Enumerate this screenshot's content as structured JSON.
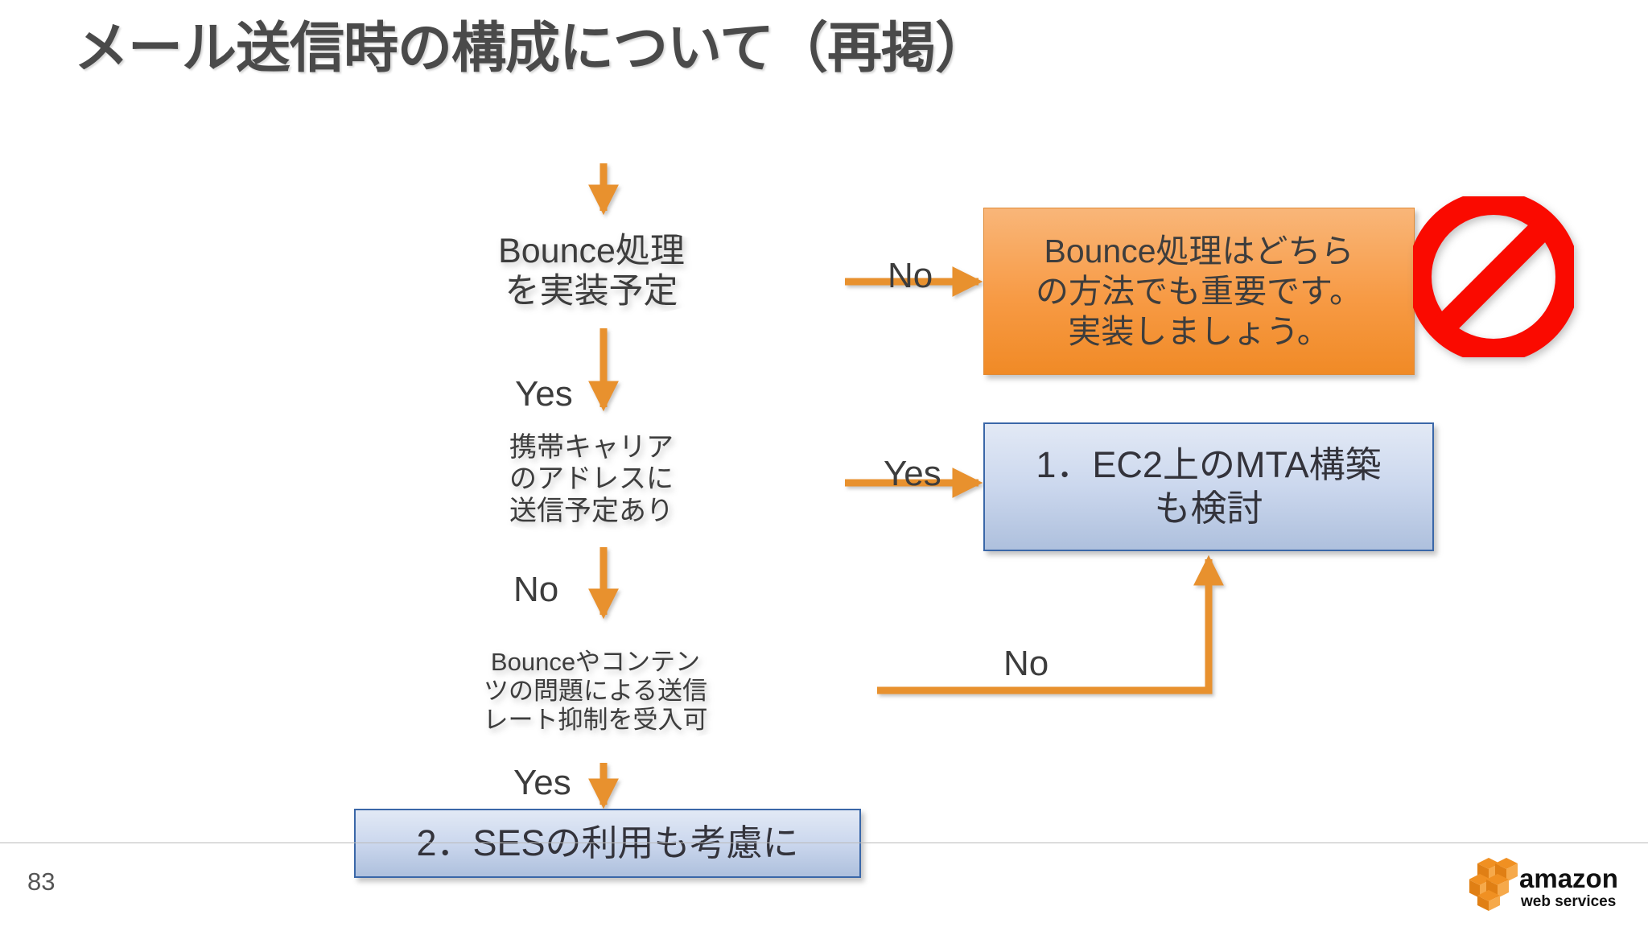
{
  "slide": {
    "title": "メール送信時の構成について（再掲）",
    "page_number": "83",
    "accent_orange": "#f0912f",
    "accent_blue": "#3a67a8",
    "accent_red": "#fa0a00",
    "title_color": "#4a4a4a"
  },
  "flowchart": {
    "decisions": [
      {
        "id": "bounce-handling",
        "text": "Bounce処理\nを実装予定",
        "shape": "diamond",
        "fill": "#f5973b"
      },
      {
        "id": "carrier-address",
        "text": "携帯キャリア\nのアドレスに\n送信予定あり",
        "shape": "diamond",
        "fill": "#f5973b"
      },
      {
        "id": "rate-throttle",
        "text": "Bounceやコンテン\nツの問題による送信\nレート抑制を受入可",
        "shape": "diamond",
        "fill": "#f5973b"
      }
    ],
    "callout": {
      "id": "bounce-warning",
      "text": "Bounce処理はどちら\nの方法でも重要です。\n実装しましょう。",
      "fill": "#f79a44",
      "icon": "prohibition-sign"
    },
    "outcomes": [
      {
        "id": "ec2-mta",
        "text": "1．EC2上のMTA構築\nも検討",
        "fill": "#ccd8ee"
      },
      {
        "id": "ses",
        "text": "2．SESの利用も考慮に",
        "fill": "#ccd8ee"
      }
    ],
    "edge_labels": {
      "no_1": "No",
      "yes_1": "Yes",
      "yes_2": "Yes",
      "no_2": "No",
      "no_3": "No",
      "yes_3": "Yes"
    }
  },
  "branding": {
    "logo_primary": "amazon",
    "logo_secondary": "web services"
  }
}
